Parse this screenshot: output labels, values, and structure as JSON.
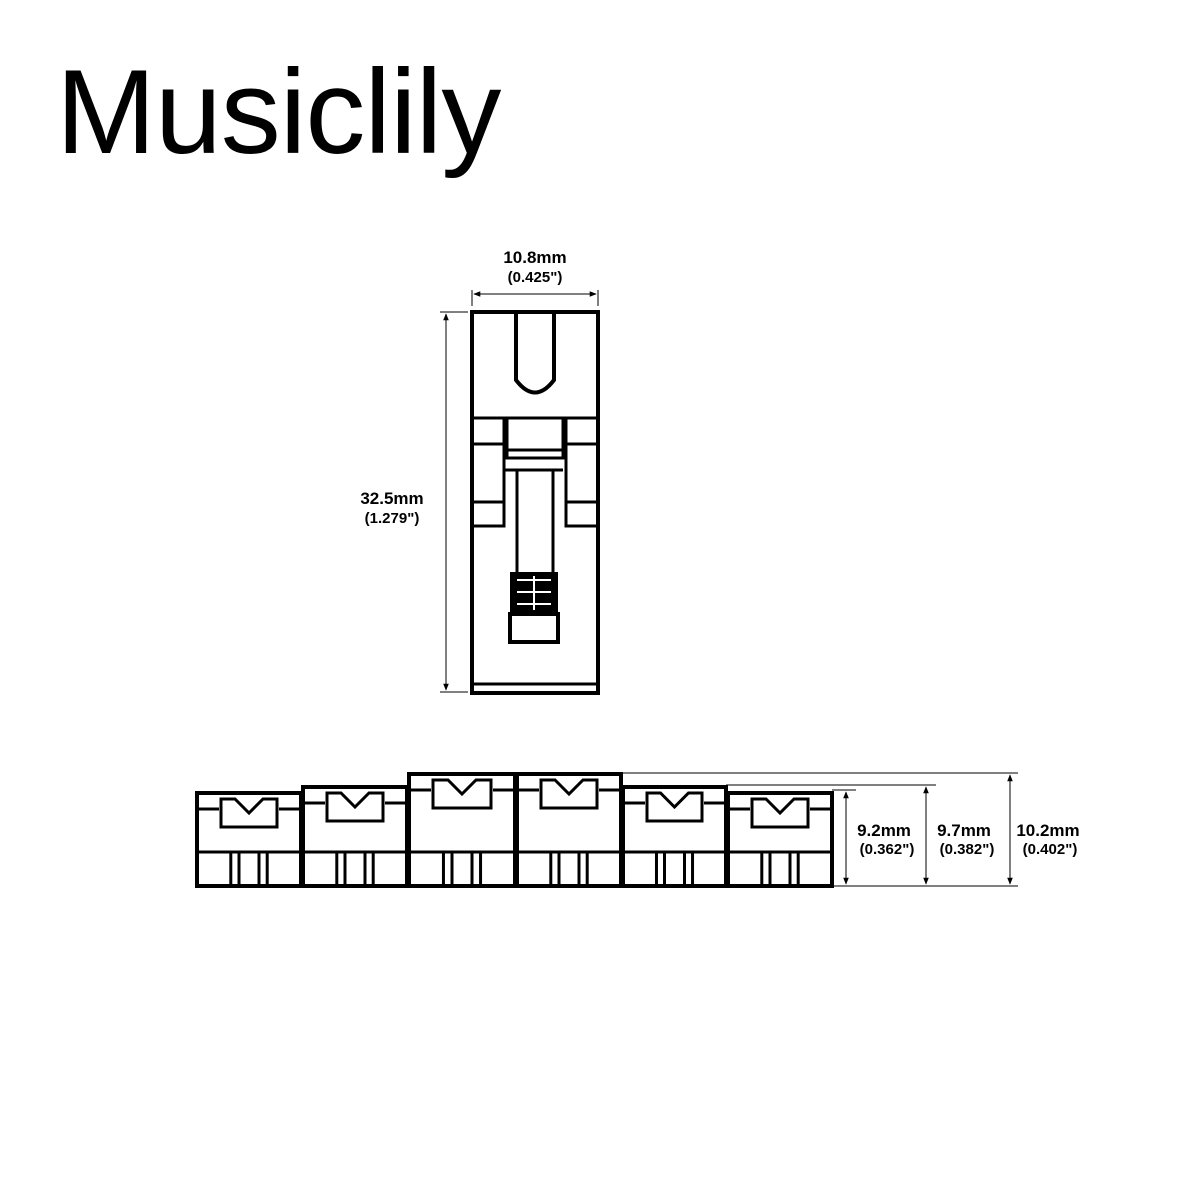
{
  "brand": "Musiclily",
  "top_view": {
    "width_mm": "10.8mm",
    "width_in": "(0.425\")",
    "length_mm": "32.5mm",
    "length_in": "(1.279\")"
  },
  "side_view": {
    "saddle_count": 6,
    "heights": [
      {
        "mm": "9.2mm",
        "in": "(0.362\")"
      },
      {
        "mm": "9.7mm",
        "in": "(0.382\")"
      },
      {
        "mm": "10.2mm",
        "in": "(0.402\")"
      }
    ]
  },
  "colors": {
    "line": "#000000",
    "background": "#ffffff"
  }
}
